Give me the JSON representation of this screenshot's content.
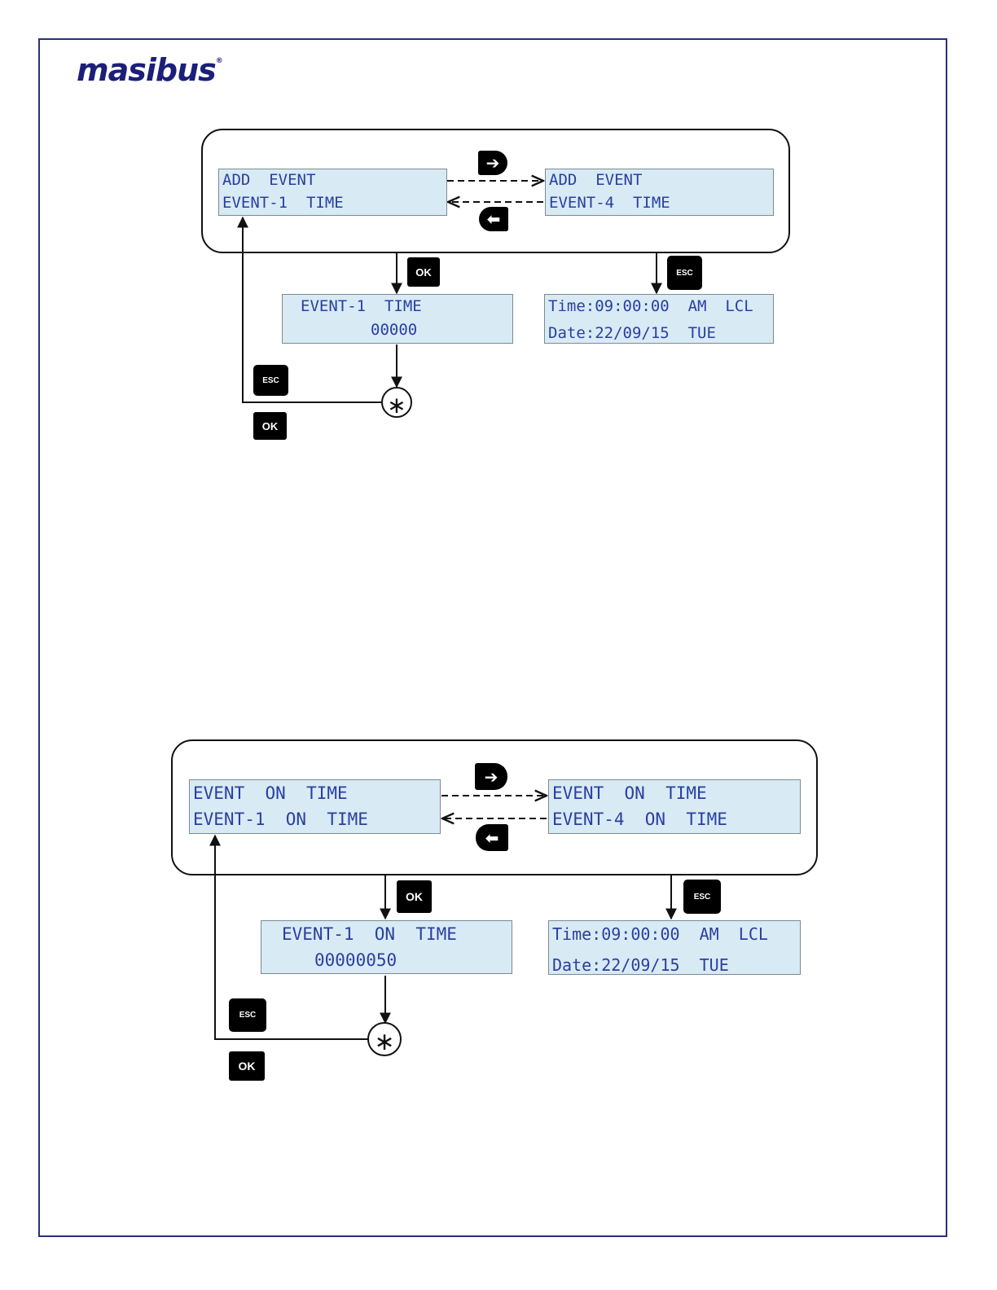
{
  "logo": {
    "text": "masibus",
    "reg": "®"
  },
  "keys": {
    "ok": "OK",
    "esc": "ESC",
    "right": "➔",
    "left": "⬅",
    "star": "∗"
  },
  "diagram1": {
    "lcd_left": {
      "line1": "ADD  EVENT",
      "line2": "EVENT-1  TIME"
    },
    "lcd_right": {
      "line1": "ADD  EVENT",
      "line2": "EVENT-4  TIME"
    },
    "lcd_edit": {
      "line1": "EVENT-1  TIME",
      "line2": "00000"
    },
    "lcd_clock": {
      "line1": "Time:09:00:00  AM  LCL",
      "line2": "Date:22/09/15  TUE"
    }
  },
  "diagram2": {
    "lcd_left": {
      "line1": "EVENT  ON  TIME",
      "line2": "EVENT-1  ON  TIME"
    },
    "lcd_right": {
      "line1": "EVENT  ON  TIME",
      "line2": "EVENT-4  ON  TIME"
    },
    "lcd_edit": {
      "line1": "EVENT-1  ON  TIME",
      "line2": "00000050"
    },
    "lcd_clock": {
      "line1": "Time:09:00:00  AM  LCL",
      "line2": "Date:22/09/15  TUE"
    }
  }
}
